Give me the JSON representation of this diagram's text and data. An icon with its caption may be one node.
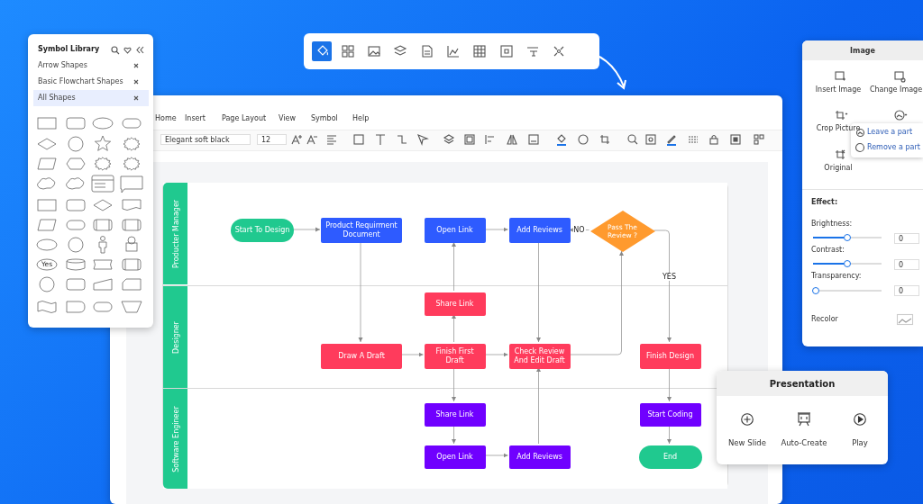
{
  "diagram": {
    "nodes": [
      {
        "text": [
          "Producter Manager"
        ]
      },
      {
        "text": [
          "Designer"
        ]
      },
      {
        "text": [
          "Software Engineer"
        ]
      },
      {
        "text": [
          "Start To Design"
        ],
        "in": 0
      },
      {
        "text": [
          "Product Requirment Document"
        ],
        "in": 0
      },
      {
        "text": [
          "Open Link"
        ],
        "in": 0
      },
      {
        "text": [
          "Add Reviews"
        ],
        "in": 0
      },
      {
        "text": [
          "Pass The Review ?"
        ],
        "in": 0
      },
      {
        "text": [
          "Share Link"
        ],
        "in": 1
      },
      {
        "text": [
          "Draw A Draft"
        ],
        "in": 1
      },
      {
        "text": [
          "Finish First Draft"
        ],
        "in": 1
      },
      {
        "text": [
          "Check Review And Edit Draft"
        ],
        "in": 1
      },
      {
        "text": [
          "Finish Design"
        ],
        "in": 1
      },
      {
        "text": [
          "Share Link"
        ],
        "in": 2
      },
      {
        "text": [
          "Open Link"
        ],
        "in": 2
      },
      {
        "text": [
          "Add Reviews"
        ],
        "in": 2
      },
      {
        "text": [
          "Start Coding"
        ],
        "in": 2
      },
      {
        "text": [
          "End"
        ],
        "in": 2
      }
    ],
    "edges": [
      {
        "from": 3,
        "to": 4,
        "arrow": "to"
      },
      {
        "from": 4,
        "to": 9,
        "arrow": "to"
      },
      {
        "from": 9,
        "to": 10,
        "arrow": "to"
      },
      {
        "from": 10,
        "to": 8,
        "arrow": "to"
      },
      {
        "from": 8,
        "to": 5,
        "arrow": "to"
      },
      {
        "from": 5,
        "to": 6,
        "arrow": "to"
      },
      {
        "from": 6,
        "to": 11,
        "arrow": "to"
      },
      {
        "from": 10,
        "to": 11,
        "arrow": "to"
      },
      {
        "from": 11,
        "to": 7,
        "arrow": "to"
      },
      {
        "from": 7,
        "to": 6,
        "arrow": "to",
        "label": "NO"
      },
      {
        "from": 7,
        "to": 12,
        "arrow": "to",
        "label": "YES"
      },
      {
        "from": 10,
        "to": 13,
        "arrow": "to"
      },
      {
        "from": 13,
        "to": 14,
        "arrow": "to"
      },
      {
        "from": 14,
        "to": 15,
        "arrow": "to"
      },
      {
        "from": 15,
        "to": 11,
        "arrow": "to"
      },
      {
        "from": 12,
        "to": 16,
        "arrow": "to"
      },
      {
        "from": 16,
        "to": 17,
        "arrow": "to"
      }
    ],
    "labels": [
      "Symbol Library",
      "Arrow Shapes",
      "Basic Flowchart Shapes",
      "All Shapes",
      "Yes",
      "Home",
      "Insert",
      "Page Layout",
      "View",
      "Symbol",
      "Help",
      "Elegant soft black",
      "12",
      "Image",
      "Insert Image",
      "Change Image",
      "Crop Picture",
      "Leave a part",
      "Remove a part",
      "Original",
      "Effect:",
      "Brightness:",
      "0",
      "Contrast:",
      "0",
      "Transparency:",
      "0",
      "Recolor",
      "Presentation",
      "New Slide",
      "Auto-Create",
      "Play"
    ]
  }
}
